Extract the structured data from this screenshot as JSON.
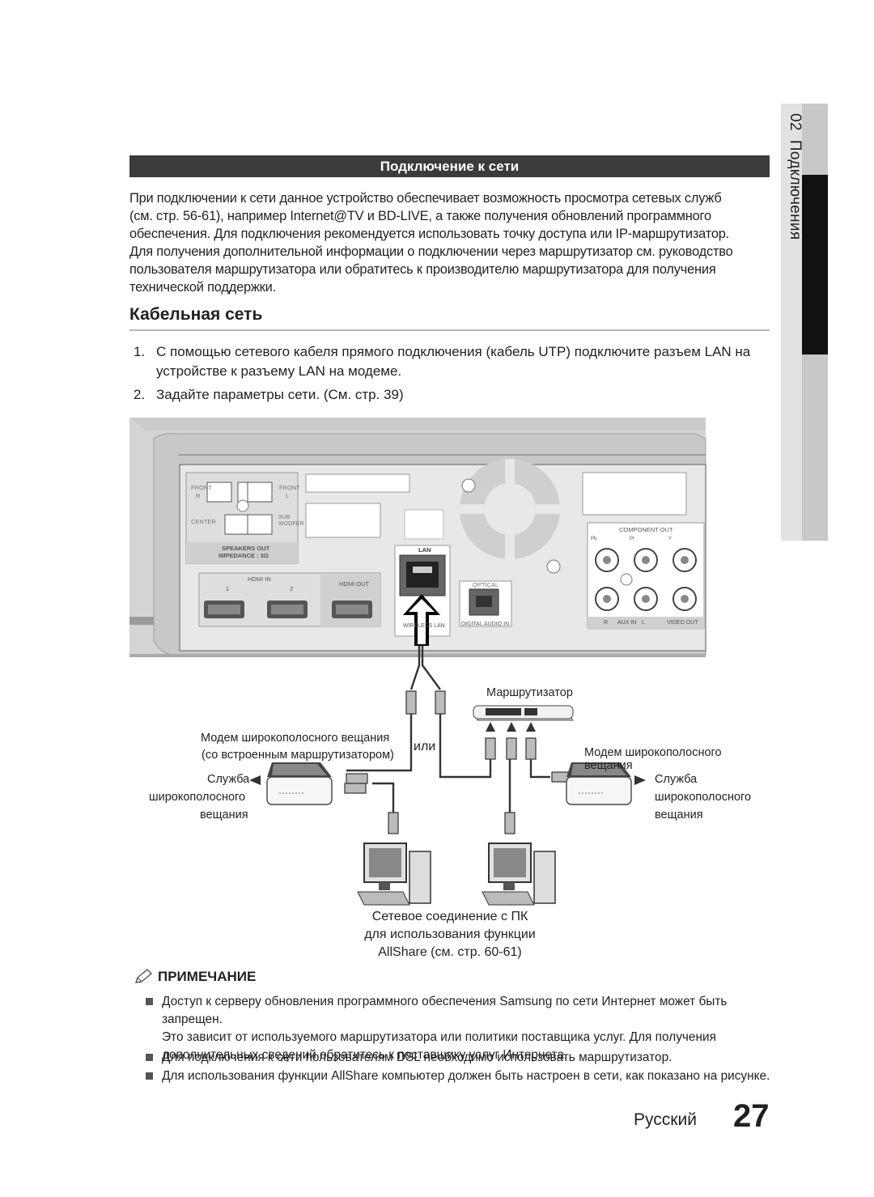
{
  "side_tab": {
    "chapter": "02",
    "title": "Подключения"
  },
  "section_title": "Подключение к сети",
  "intro_1": "При подключении к сети данное устройство обеспечивает возможность просмотра сетевых служб",
  "intro_2": "(см. стр. 56-61), например Internet@TV и BD-LIVE, а также получения обновлений программного",
  "intro_3": "обеспечения. Для подключения рекомендуется использовать точку доступа или IP-маршрутизатор.",
  "intro_4": "Для получения дополнительной информации о подключении через маршрутизатор см. руководство",
  "intro_5": "пользователя маршрутизатора или обратитесь к производителю маршрутизатора для получения",
  "intro_6": "технической поддержки.",
  "heading": "Кабельная сеть",
  "steps": [
    {
      "num": "1.",
      "line1": "С помощью сетевого кабеля прямого подключения (кабель UTP) подключите разъем LAN на",
      "line2": "устройстве к разъему LAN на модеме."
    },
    {
      "num": "2.",
      "line1": "Задайте параметры сети. (См. стр. 39)"
    }
  ],
  "panel": {
    "front_r": "FRONT",
    "front_l": "FRONT",
    "r": "R",
    "l": "L",
    "center": "CENTER",
    "sub": "SUB",
    "woofer": "WOOFER",
    "speakers_out": "SPEAKERS OUT",
    "impedance": "IMPEDANCE : 3Ω",
    "hdmi_in": "HDMI IN",
    "hdmi_1": "1",
    "hdmi_2": "2",
    "hdmi_out": "HDMI OUT",
    "lan": "LAN",
    "wireless_lan": "WIRELESS LAN",
    "optical": "OPTICAL",
    "digital_audio_in": "DIGITAL AUDIO IN",
    "component_out": "COMPONENT OUT",
    "pb": "Pb",
    "pr": "Pr",
    "y": "Y",
    "aux_r": "R",
    "aux_in": "AUX IN",
    "aux_l": "L",
    "video_out": "VIDEO OUT"
  },
  "diagram": {
    "router": "Маршрутизатор",
    "modem_builtin_1": "Модем широкополосного вещания",
    "modem_builtin_2": "(со встроенным маршрутизатором)",
    "or": "или",
    "modem_right": "Модем широкополосного вещания",
    "service_left_1": "Служба",
    "service_left_2": "широкополосного",
    "service_left_3": "вещания",
    "service_right_1": "Служба",
    "service_right_2": "широкополосного",
    "service_right_3": "вещания",
    "pc_1": "Сетевое соединение с ПК",
    "pc_2": "для использования функции",
    "pc_3": "AllShare (см. стр. 60-61)"
  },
  "note_title": "ПРИМЕЧАНИЕ",
  "notes": [
    {
      "line1": "Доступ к серверу обновления программного обеспечения Samsung по сети Интернет может быть запрещен.",
      "line2": "Это зависит от используемого маршрутизатора или политики поставщика услуг. Для получения",
      "line3": "дополнительных сведений обратитесь к поставщику услуг Интернета."
    },
    {
      "line1": "Для подключения к сети пользователям DSL необходимо использовать маршрутизатор."
    },
    {
      "line1": "Для использования функции AllShare компьютер должен быть настроен в сети, как показано на рисунке."
    }
  ],
  "footer": {
    "language": "Русский",
    "page": "27"
  }
}
